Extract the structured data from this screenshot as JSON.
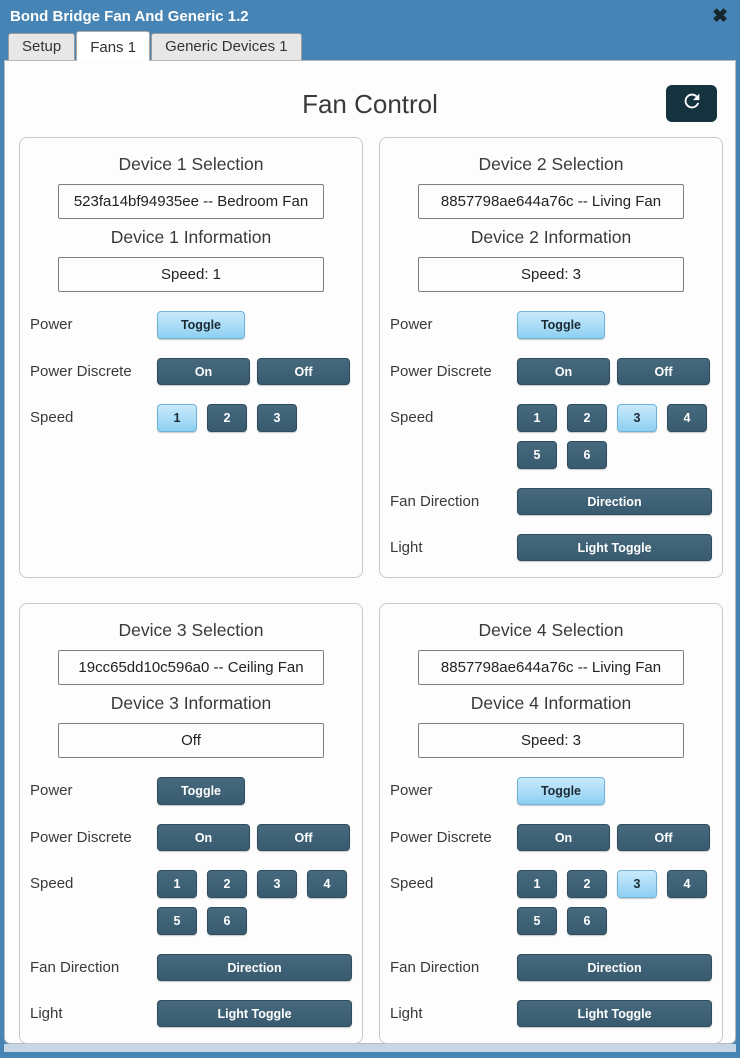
{
  "window": {
    "title": "Bond Bridge Fan And Generic 1.2",
    "close_icon": "✖"
  },
  "tabs": [
    {
      "label": "Setup",
      "active": false
    },
    {
      "label": "Fans 1",
      "active": true
    },
    {
      "label": "Generic Devices 1",
      "active": false
    }
  ],
  "page": {
    "title": "Fan Control",
    "refresh_icon": "refresh-arrow-clockwise"
  },
  "colors": {
    "titlebar_blue": "#4584b4",
    "button_dark": "#3d5f74",
    "button_active_blue": "#a8dcf8",
    "refresh_button_bg": "#14333f",
    "bottom_strip": "#c7d6e4"
  },
  "labels": {
    "power": "Power",
    "power_discrete": "Power Discrete",
    "speed": "Speed",
    "fan_direction": "Fan Direction",
    "light": "Light",
    "toggle": "Toggle",
    "on": "On",
    "off": "Off",
    "direction": "Direction",
    "light_toggle": "Light Toggle"
  },
  "devices": [
    {
      "selection_heading": "Device 1 Selection",
      "selection_value": "523fa14bf94935ee -- Bedroom Fan",
      "info_heading": "Device 1 Information",
      "info_value": "Speed: 1",
      "speeds": [
        "1",
        "2",
        "3"
      ],
      "active_speed": "1",
      "power_toggle_active": true,
      "has_direction": false,
      "has_light": false
    },
    {
      "selection_heading": "Device 2 Selection",
      "selection_value": "8857798ae644a76c -- Living Fan",
      "info_heading": "Device 2 Information",
      "info_value": "Speed: 3",
      "speeds": [
        "1",
        "2",
        "3",
        "4",
        "5",
        "6"
      ],
      "active_speed": "3",
      "power_toggle_active": true,
      "has_direction": true,
      "has_light": true
    },
    {
      "selection_heading": "Device 3 Selection",
      "selection_value": "19cc65dd10c596a0 -- Ceiling Fan",
      "info_heading": "Device 3 Information",
      "info_value": "Off",
      "speeds": [
        "1",
        "2",
        "3",
        "4",
        "5",
        "6"
      ],
      "active_speed": null,
      "power_toggle_active": false,
      "has_direction": true,
      "has_light": true
    },
    {
      "selection_heading": "Device 4 Selection",
      "selection_value": "8857798ae644a76c -- Living Fan",
      "info_heading": "Device 4 Information",
      "info_value": "Speed: 3",
      "speeds": [
        "1",
        "2",
        "3",
        "4",
        "5",
        "6"
      ],
      "active_speed": "3",
      "power_toggle_active": true,
      "has_direction": true,
      "has_light": true
    }
  ]
}
